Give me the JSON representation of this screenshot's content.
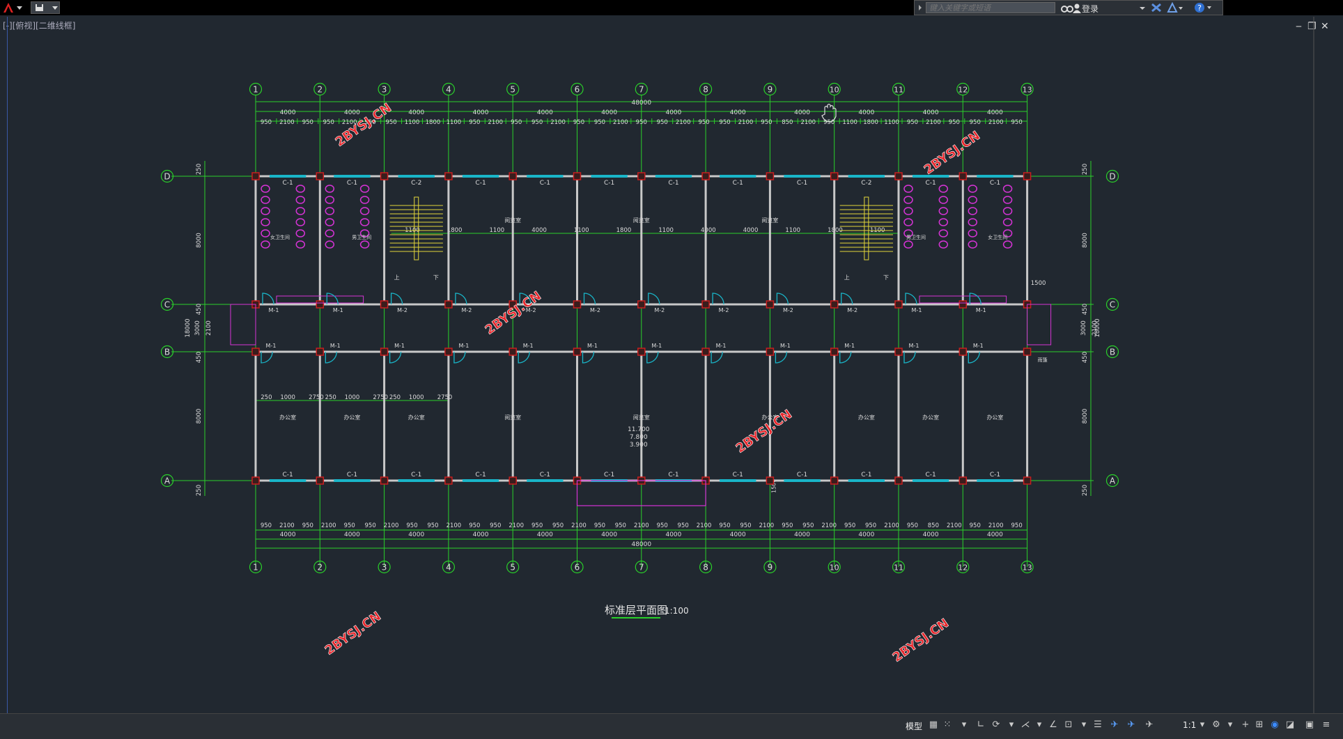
{
  "titlebar": {
    "search_placeholder": "键入关键字或短语",
    "login_label": "登录",
    "help_icon": "help-icon",
    "exchange_icon": "exchange-icon",
    "a360_icon": "a360-icon"
  },
  "viewport": {
    "label": "[-][俯视][二维线框]"
  },
  "drawing": {
    "title": "标准层平面图",
    "scale": "1:100",
    "overall_dim": "48000",
    "overall_dim_bottom": "48000",
    "axes_top": [
      "1",
      "2",
      "3",
      "4",
      "5",
      "6",
      "7",
      "8",
      "9",
      "10",
      "11",
      "12",
      "13"
    ],
    "axes_side": [
      "D",
      "C",
      "B",
      "A"
    ],
    "bay_dims": [
      "4000",
      "4000",
      "4000",
      "4000",
      "4000",
      "4000",
      "4000",
      "4000",
      "4000",
      "4000",
      "4000",
      "4000"
    ],
    "sub_dims": [
      "950",
      "2100",
      "950",
      "950",
      "2100",
      "950",
      "950",
      "1100",
      "1800",
      "1100",
      "950",
      "2100",
      "950",
      "950",
      "2100",
      "950",
      "950",
      "2100",
      "950",
      "950",
      "2100",
      "950",
      "950",
      "2100",
      "950",
      "850",
      "2100",
      "950",
      "1100",
      "1800",
      "1100",
      "950",
      "2100",
      "950",
      "950",
      "2100",
      "950"
    ],
    "bottom_sub_dims": [
      "950",
      "2100",
      "950",
      "2100",
      "950",
      "950",
      "2100",
      "950",
      "950",
      "2100",
      "950",
      "950",
      "2100",
      "950",
      "950",
      "2100",
      "950",
      "950",
      "2100",
      "950",
      "950",
      "2100",
      "950",
      "950",
      "2100",
      "950",
      "950",
      "2100",
      "950",
      "950",
      "2100",
      "950",
      "850",
      "2100",
      "950",
      "2100",
      "950"
    ],
    "side_dims_left": [
      "250",
      "8000",
      "450",
      "2100",
      "3000",
      "450",
      "8000",
      "250"
    ],
    "side_total": "18000",
    "side_dims_right": [
      "250",
      "8000",
      "450",
      "2100",
      "3000",
      "450",
      "8000",
      "250"
    ],
    "windows": [
      "C-1",
      "C-2"
    ],
    "doors": [
      "M-1",
      "M-2"
    ],
    "room_labels": {
      "reading": "阅览室",
      "office": "办公室",
      "male_wc": "男卫生间",
      "female_wc": "女卫生间",
      "up": "上",
      "down": "下",
      "ramp": "雨篷"
    },
    "inner_dims": [
      "1100",
      "1800",
      "1100",
      "4000",
      "1100",
      "1800",
      "1100",
      "4000",
      "4000",
      "1100",
      "1800",
      "1100"
    ],
    "office_dims": [
      "250",
      "1000",
      "2750",
      "250",
      "1000",
      "2750",
      "250",
      "1000",
      "2750"
    ],
    "elevations": [
      "11.700",
      "7.800",
      "3.900"
    ],
    "misc_dims": [
      "1500",
      "1500"
    ],
    "watermark": "2BYSJ.CN"
  },
  "statusbar": {
    "model_label": "模型",
    "scale_label": "1:1"
  },
  "colors": {
    "axis_green": "#2ad12a",
    "wall": "#c8c8c8",
    "window_cyan": "#19b5c8",
    "fixture_magenta": "#d633d6",
    "stair_yellow": "#e3d63a",
    "watermark_red": "#e8262b",
    "column_red": "#c81e1e",
    "background": "#212830"
  }
}
